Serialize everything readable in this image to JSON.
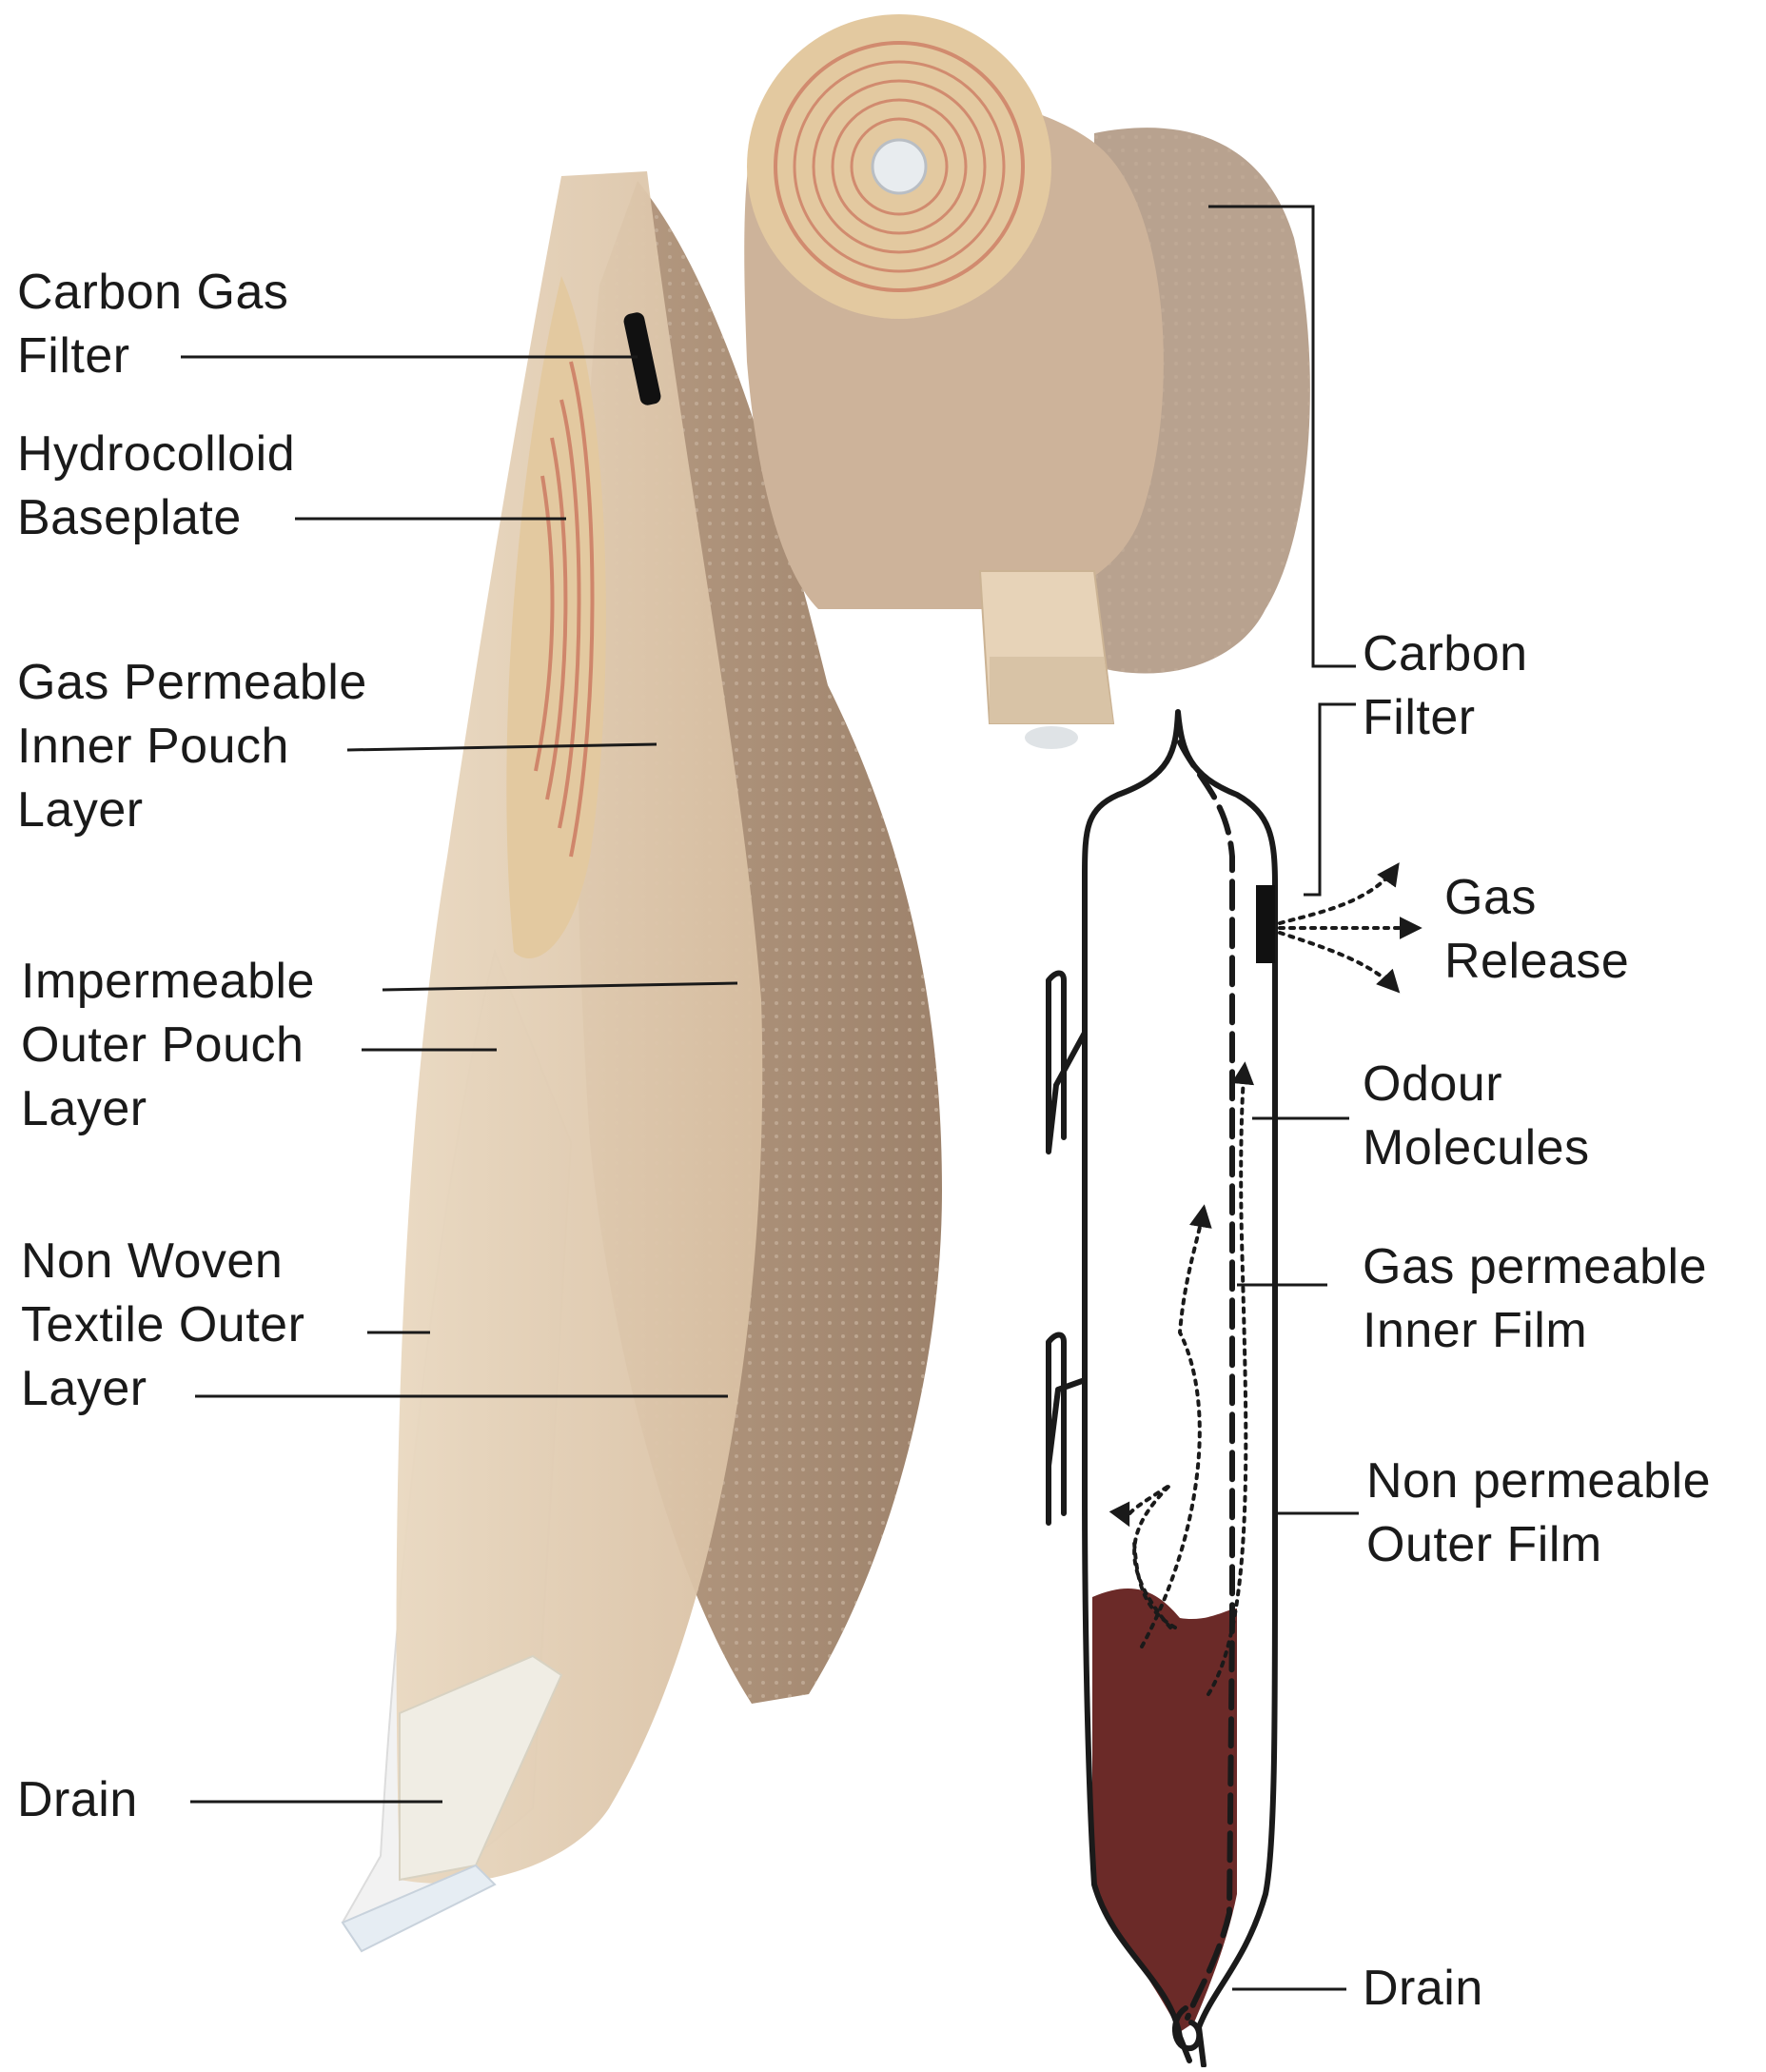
{
  "photo_labels": {
    "carbon_gas_filter": [
      "Carbon Gas",
      "Filter"
    ],
    "hydrocolloid_baseplate": [
      "Hydrocolloid",
      "Baseplate"
    ],
    "gas_permeable_inner_pouch_layer": [
      "Gas Permeable",
      "Inner Pouch",
      "Layer"
    ],
    "impermeable_outer_pouch_layer": [
      "Impermeable",
      "Outer Pouch",
      "Layer"
    ],
    "non_woven_textile_outer_layer": [
      "Non Woven",
      "Textile Outer",
      "Layer"
    ],
    "drain": "Drain"
  },
  "schematic_labels": {
    "carbon_filter": [
      "Carbon",
      "Filter"
    ],
    "gas_release": [
      "Gas",
      "Release"
    ],
    "odour_molecules": [
      "Odour",
      "Molecules"
    ],
    "gas_permeable_inner_film": [
      "Gas permeable",
      "Inner Film"
    ],
    "non_permeable_outer_film": [
      "Non permeable",
      "Outer Film"
    ],
    "drain": "Drain"
  },
  "colors": {
    "pouch_beige": "#cdb39a",
    "textile_brown": "#a88c74",
    "baseplate_tan": "#e3c9a0",
    "baseplate_rings": "#c9705a",
    "pouch_contents": "#6b2a28",
    "leader_line": "#1a1a1a"
  }
}
